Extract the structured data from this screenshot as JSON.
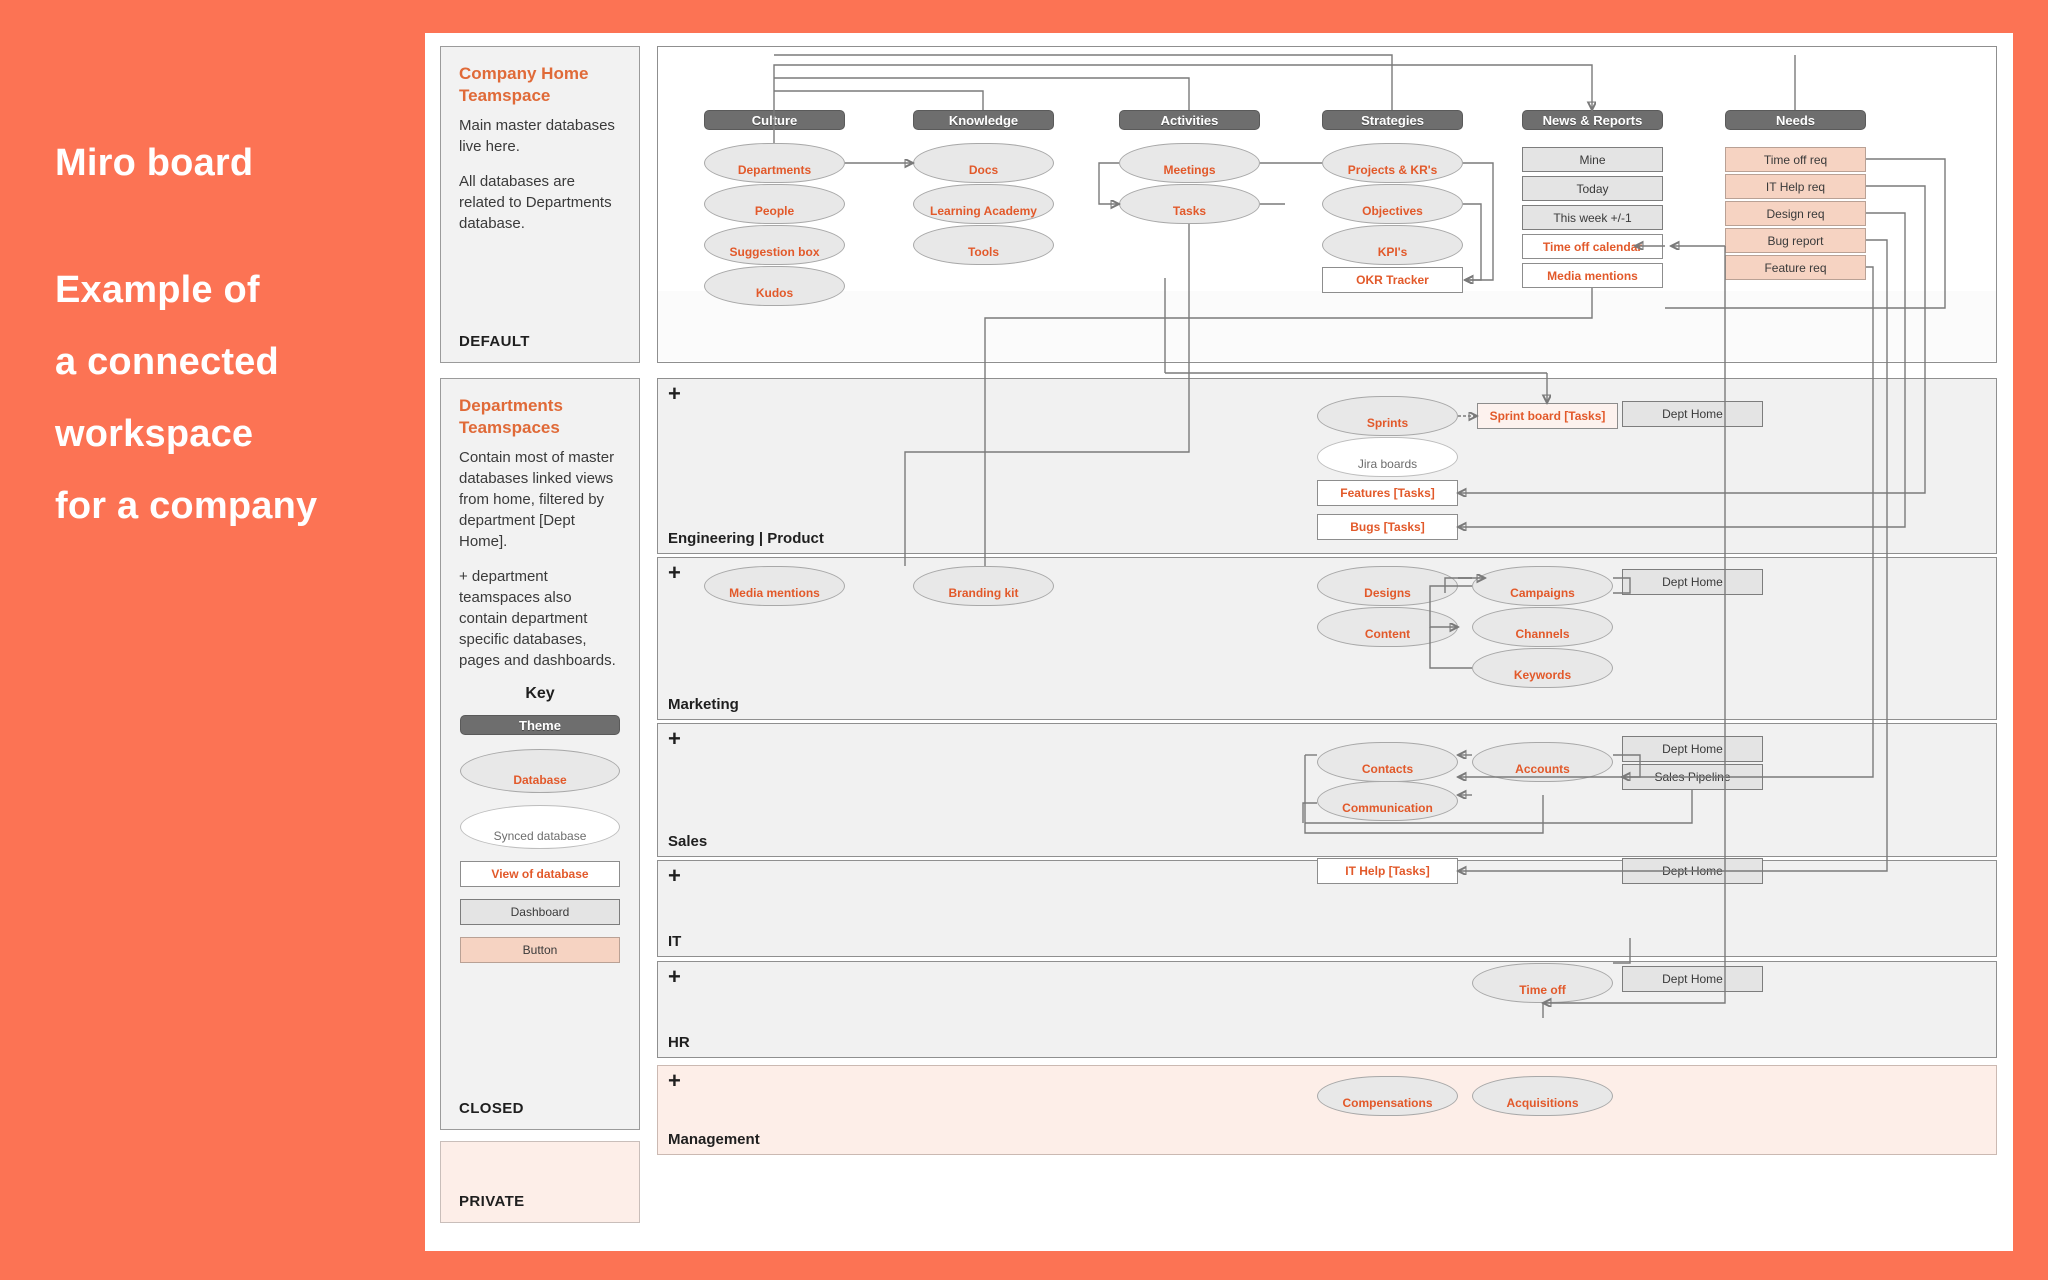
{
  "slide": {
    "background_color": "#fc7354",
    "title_line_1": "Miro board",
    "title_block_2": [
      "Example of",
      "a connected",
      "workspace",
      "for a company"
    ]
  },
  "panels": [
    {
      "id": "company-home",
      "title": "Company Home Teamspace",
      "title_lines": [
        "Company Home",
        "Teamspace"
      ],
      "paragraphs": [
        "Main master databases live here.",
        "All databases are related to Departments database."
      ],
      "tag": "DEFAULT"
    },
    {
      "id": "departments-teamspaces",
      "title": "Departments Teamspaces",
      "title_lines": [
        "Departments",
        "Teamspaces"
      ],
      "paragraphs": [
        "Contain most of master databases linked views from home, filtered by department [Dept Home].",
        "+ department teamspaces also contain department specific databases, pages and dashboards."
      ],
      "tag": "CLOSED"
    },
    {
      "id": "private",
      "title": "",
      "title_lines": [],
      "paragraphs": [],
      "tag": "PRIVATE"
    }
  ],
  "key": {
    "heading": "Key",
    "items": [
      {
        "label": "Theme",
        "style": "theme"
      },
      {
        "label": "Database",
        "style": "database"
      },
      {
        "label": "Synced database",
        "style": "synced"
      },
      {
        "label": "View of database",
        "style": "view"
      },
      {
        "label": "Dashboard",
        "style": "dashboard"
      },
      {
        "label": "Button",
        "style": "button"
      }
    ]
  },
  "home_themes": [
    {
      "theme": "Culture",
      "nodes": [
        {
          "label": "Departments",
          "style": "database"
        },
        {
          "label": "People",
          "style": "database"
        },
        {
          "label": "Suggestion box",
          "style": "database"
        },
        {
          "label": "Kudos",
          "style": "database"
        }
      ]
    },
    {
      "theme": "Knowledge",
      "nodes": [
        {
          "label": "Docs",
          "style": "database"
        },
        {
          "label": "Learning Academy",
          "style": "database"
        },
        {
          "label": "Tools",
          "style": "database"
        }
      ]
    },
    {
      "theme": "Activities",
      "nodes": [
        {
          "label": "Meetings",
          "style": "database"
        },
        {
          "label": "Tasks",
          "style": "database"
        }
      ]
    },
    {
      "theme": "Strategies",
      "nodes": [
        {
          "label": "Projects & KR's",
          "style": "database"
        },
        {
          "label": "Objectives",
          "style": "database"
        },
        {
          "label": "KPI's",
          "style": "database"
        },
        {
          "label": "OKR Tracker",
          "style": "view"
        }
      ]
    },
    {
      "theme": "News & Reports",
      "nodes": [
        {
          "label": "Mine",
          "style": "dashboard"
        },
        {
          "label": "Today",
          "style": "dashboard"
        },
        {
          "label": "This week +/-1",
          "style": "dashboard"
        },
        {
          "label": "Time off calendar",
          "style": "view"
        },
        {
          "label": "Media mentions",
          "style": "view"
        }
      ]
    },
    {
      "theme": "Needs",
      "nodes": [
        {
          "label": "Time off req",
          "style": "button"
        },
        {
          "label": "IT Help req",
          "style": "button"
        },
        {
          "label": "Design req",
          "style": "button"
        },
        {
          "label": "Bug report",
          "style": "button"
        },
        {
          "label": "Feature req",
          "style": "button"
        }
      ]
    }
  ],
  "departments": [
    {
      "name": "Engineering | Product",
      "plus": "+",
      "private": false,
      "nodes": [
        {
          "label": "Sprints",
          "style": "database"
        },
        {
          "label": "Jira boards",
          "style": "synced"
        },
        {
          "label": "Features [Tasks]",
          "style": "view"
        },
        {
          "label": "Bugs [Tasks]",
          "style": "view"
        },
        {
          "label": "Sprint board [Tasks]",
          "style": "view-tinted"
        },
        {
          "label": "Dept Home",
          "style": "dashboard"
        }
      ]
    },
    {
      "name": "Marketing",
      "plus": "+",
      "private": false,
      "nodes": [
        {
          "label": "Media mentions",
          "style": "database"
        },
        {
          "label": "Branding kit",
          "style": "database"
        },
        {
          "label": "Designs",
          "style": "database"
        },
        {
          "label": "Content",
          "style": "database"
        },
        {
          "label": "Campaigns",
          "style": "database"
        },
        {
          "label": "Channels",
          "style": "database"
        },
        {
          "label": "Keywords",
          "style": "database"
        },
        {
          "label": "Dept Home",
          "style": "dashboard"
        }
      ]
    },
    {
      "name": "Sales",
      "plus": "+",
      "private": false,
      "nodes": [
        {
          "label": "Contacts",
          "style": "database"
        },
        {
          "label": "Communication",
          "style": "database"
        },
        {
          "label": "Accounts",
          "style": "database"
        },
        {
          "label": "Dept Home",
          "style": "dashboard"
        },
        {
          "label": "Sales Pipeline",
          "style": "dashboard"
        }
      ]
    },
    {
      "name": "IT",
      "plus": "+",
      "private": false,
      "nodes": [
        {
          "label": "IT Help [Tasks]",
          "style": "view"
        },
        {
          "label": "Dept Home",
          "style": "dashboard"
        }
      ]
    },
    {
      "name": "HR",
      "plus": "+",
      "private": false,
      "nodes": [
        {
          "label": "Time off",
          "style": "database"
        },
        {
          "label": "Dept Home",
          "style": "dashboard"
        }
      ]
    },
    {
      "name": "Management",
      "plus": "+",
      "private": true,
      "nodes": [
        {
          "label": "Compensations",
          "style": "database"
        },
        {
          "label": "Acquisitions",
          "style": "database"
        }
      ]
    }
  ],
  "colors": {
    "accent_orange": "#e2592a",
    "slide_bg": "#fc7354",
    "theme_grey": "#6e6e6e",
    "button_peach": "#f6d3c2",
    "lane_grey": "#f1f1f1",
    "lane_pink": "#fdeee8"
  }
}
